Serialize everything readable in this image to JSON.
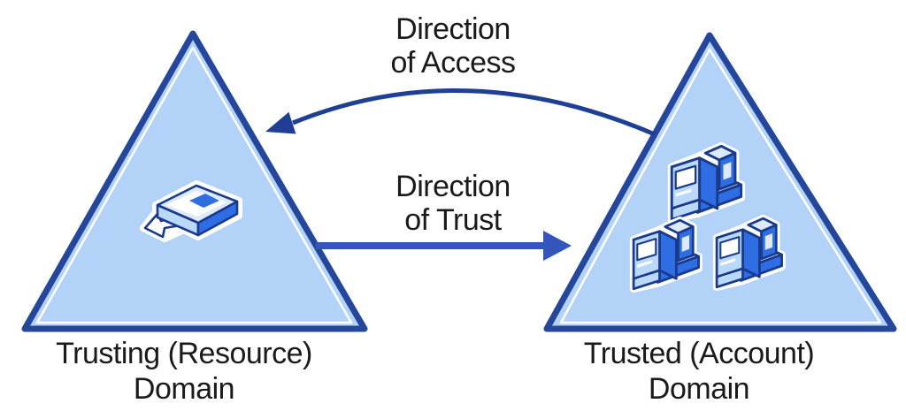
{
  "diagram": {
    "type": "domain-one-way-trust-diagram",
    "background": "#ffffff"
  },
  "colors": {
    "triangle_fill": "#b3d2f7",
    "triangle_border": "#24479c",
    "triangle_inner_line": "#ffffff",
    "access_arrow": "#1f3f94",
    "trust_arrow": "#3356bd",
    "icon_bright_blue": "#2f6de4",
    "icon_light_blue": "#b9d8fa",
    "icon_outline": "#1a3a8c",
    "label_text": "#1a1a1a"
  },
  "arrows": {
    "access": {
      "line1": "Direction",
      "line2": "of Access",
      "color": "#1f3f94",
      "from": "trusted-account-domain",
      "to": "trusting-resource-domain"
    },
    "trust": {
      "line1": "Direction",
      "line2": "of Trust",
      "color": "#3356bd",
      "from": "trusting-resource-domain",
      "to": "trusted-account-domain"
    }
  },
  "domains": {
    "trusting": {
      "line1": "Trusting (Resource)",
      "line2": "Domain",
      "icon": "shared-resource-book-icon"
    },
    "trusted": {
      "line1": "Trusted (Account)",
      "line2": "Domain",
      "icon": "workstation-computer-icon",
      "computer_count": 3
    }
  }
}
